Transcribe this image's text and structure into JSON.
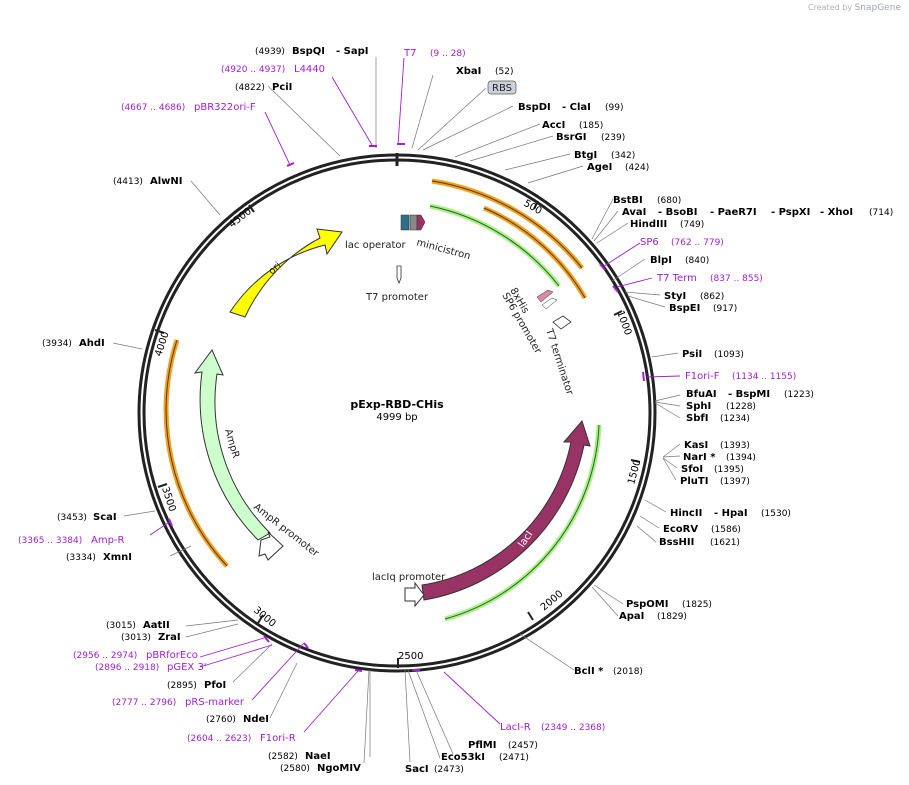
{
  "watermark": {
    "created_by": "Created by",
    "brand": "SnapGene"
  },
  "plasmid": {
    "name": "pExp-RBD-CHis",
    "length": "4999 bp"
  },
  "ticks": [
    "500",
    "1000",
    "1500",
    "2000",
    "2500",
    "3000",
    "3500",
    "4000",
    "4500"
  ],
  "sites": {
    "bspqi": {
      "pos": "(4939)",
      "name": "BspQI",
      "extra": "- SapI"
    },
    "t7": {
      "name": "T7",
      "range": "(9 .. 28)"
    },
    "xbai": {
      "name": "XbaI",
      "pos": "(52)"
    },
    "l4440": {
      "range": "(4920 .. 4937)",
      "name": "L4440"
    },
    "rbs": {
      "name": "RBS"
    },
    "pcii": {
      "pos": "(4822)",
      "name": "PciI"
    },
    "bspdi": {
      "name": "BspDI",
      "extra": "- ClaI",
      "pos": "(99)"
    },
    "pbr322": {
      "range": "(4667 .. 4686)",
      "name": "pBR322ori-F"
    },
    "acci": {
      "name": "AccI",
      "pos": "(185)"
    },
    "bsrgi": {
      "name": "BsrGI",
      "pos": "(239)"
    },
    "btgi": {
      "name": "BtgI",
      "pos": "(342)"
    },
    "agei": {
      "name": "AgeI",
      "pos": "(424)"
    },
    "alwni": {
      "pos": "(4413)",
      "name": "AlwNI"
    },
    "bstbi": {
      "name": "BstBI",
      "pos": "(680)"
    },
    "avai": {
      "name": "AvaI",
      "e1": "- BsoBI",
      "e2": "- PaeR7I",
      "e3": "- PspXI",
      "e4": "- XhoI",
      "pos": "(714)"
    },
    "hindiii": {
      "name": "HindIII",
      "pos": "(749)"
    },
    "sp6": {
      "name": "SP6",
      "range": "(762 .. 779)"
    },
    "blpi": {
      "name": "BlpI",
      "pos": "(840)"
    },
    "t7term": {
      "name": "T7 Term",
      "range": "(837 .. 855)"
    },
    "styi": {
      "name": "StyI",
      "pos": "(862)"
    },
    "bspei": {
      "name": "BspEI",
      "pos": "(917)"
    },
    "ahdi": {
      "pos": "(3934)",
      "name": "AhdI"
    },
    "psii": {
      "name": "PsiI",
      "pos": "(1093)"
    },
    "f1ori": {
      "name": "F1ori-F",
      "range": "(1134 .. 1155)"
    },
    "bfuai": {
      "name": "BfuAI",
      "extra": "- BspMI",
      "pos": "(1223)"
    },
    "sphi": {
      "name": "SphI",
      "pos": "(1228)"
    },
    "sbfi": {
      "name": "SbfI",
      "pos": "(1234)"
    },
    "kasi": {
      "name": "KasI",
      "pos": "(1393)"
    },
    "nari": {
      "name": "NarI *",
      "pos": "(1394)"
    },
    "sfoi": {
      "name": "SfoI",
      "pos": "(1395)"
    },
    "pluti": {
      "name": "PluTI",
      "pos": "(1397)"
    },
    "scai": {
      "pos": "(3453)",
      "name": "ScaI"
    },
    "hincii": {
      "name": "HincII",
      "extra": "- HpaI",
      "pos": "(1530)"
    },
    "ampr_primer": {
      "range": "(3365 .. 3384)",
      "name": "Amp-R"
    },
    "ecorv": {
      "name": "EcoRV",
      "pos": "(1586)"
    },
    "xmni": {
      "pos": "(3334)",
      "name": "XmnI"
    },
    "bsshii": {
      "name": "BssHII",
      "pos": "(1621)"
    },
    "pspomi": {
      "name": "PspOMI",
      "pos": "(1825)"
    },
    "apai": {
      "name": "ApaI",
      "pos": "(1829)"
    },
    "aatii": {
      "pos": "(3015)",
      "name": "AatII"
    },
    "zrai": {
      "pos": "(3013)",
      "name": "ZraI"
    },
    "pbrforeco": {
      "range": "(2956 .. 2974)",
      "name": "pBRforEco"
    },
    "pgex3": {
      "range": "(2896 .. 2918)",
      "name": "pGEX 3'"
    },
    "bcli": {
      "name": "BclI *",
      "pos": "(2018)"
    },
    "pfoi": {
      "pos": "(2895)",
      "name": "PfoI"
    },
    "prs": {
      "range": "(2777 .. 2796)",
      "name": "pRS-marker"
    },
    "ndei": {
      "pos": "(2760)",
      "name": "NdeI"
    },
    "laci_r": {
      "name": "LacI-R",
      "range": "(2349 .. 2368)"
    },
    "f1ori_r": {
      "range": "(2604 .. 2623)",
      "name": "F1ori-R"
    },
    "pflmi": {
      "name": "PflMI",
      "pos": "(2457)"
    },
    "naei": {
      "pos": "(2582)",
      "name": "NaeI"
    },
    "eco53ki": {
      "name": "Eco53kI",
      "pos": "(2471)"
    },
    "ngomiv": {
      "pos": "(2580)",
      "name": "NgoMIV"
    },
    "saci": {
      "name": "SacI",
      "pos": "(2473)"
    }
  },
  "features": {
    "ori": "ori",
    "ampr": "AmpR",
    "ampr_promoter": "AmpR promoter",
    "lac_operator": "lac operator",
    "minicistron": "minicistron",
    "t7_promoter": "T7 promoter",
    "his": "8xHis",
    "sp6_promoter": "SP6 promoter",
    "t7_terminator": "T7 terminator",
    "laciq_promoter": "lacIq promoter",
    "laci": "lacI"
  },
  "colors": {
    "backbone": "#222222",
    "enzyme": "#000000",
    "primer": "#a020d0",
    "ori": "#ffff00",
    "ampr": "#ccffcc",
    "laci": "#993366",
    "primer_bind": "#f0a020",
    "his_tag": "#dd88aa"
  }
}
